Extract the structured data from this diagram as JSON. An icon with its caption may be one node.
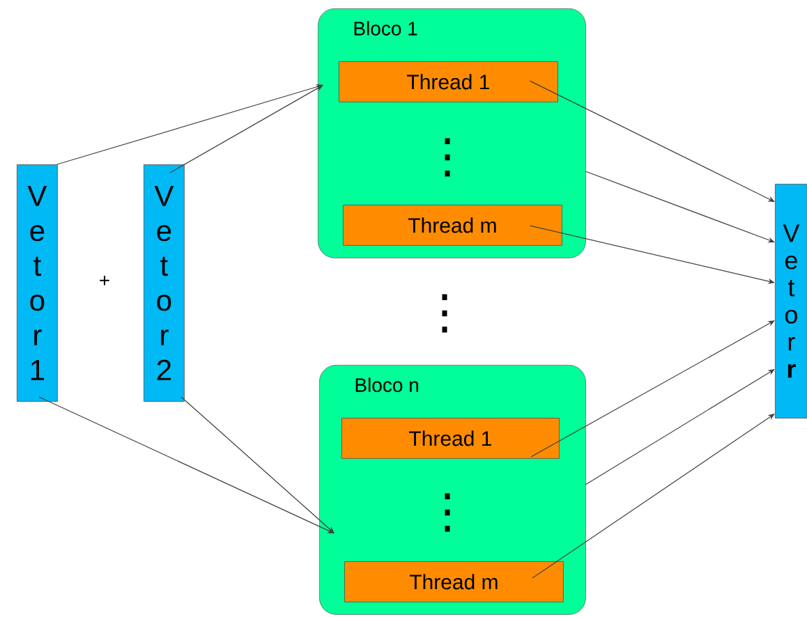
{
  "diagram": {
    "nodes": [
      {
        "text": [
          "Vetor 1"
        ]
      },
      {
        "text": [
          "Vetor 2"
        ]
      },
      {
        "text": [
          "Bloco 1"
        ]
      },
      {
        "text": [
          "Thread 1"
        ],
        "in": 2
      },
      {
        "text": [
          "Thread m"
        ],
        "in": 2
      },
      {
        "text": [
          "Bloco n"
        ]
      },
      {
        "text": [
          "Thread 1"
        ],
        "in": 5
      },
      {
        "text": [
          "Thread m"
        ],
        "in": 5
      },
      {
        "text": [
          "Vetor **r**"
        ]
      }
    ],
    "edges": [
      {
        "from": 0,
        "to": 2,
        "arrow": "to"
      },
      {
        "from": 1,
        "to": 2,
        "arrow": "to"
      },
      {
        "from": 0,
        "to": 5,
        "arrow": "to"
      },
      {
        "from": 1,
        "to": 5,
        "arrow": "to"
      },
      {
        "from": 3,
        "to": 8,
        "arrow": "to"
      },
      {
        "from": 2,
        "to": 8,
        "arrow": "to"
      },
      {
        "from": 4,
        "to": 8,
        "arrow": "to"
      },
      {
        "from": 6,
        "to": 8,
        "arrow": "to"
      },
      {
        "from": 5,
        "to": 8,
        "arrow": "to"
      },
      {
        "from": 7,
        "to": 8,
        "arrow": "to"
      }
    ],
    "labels": [
      "⋮",
      "+",
      "⋮",
      "⋮"
    ]
  }
}
